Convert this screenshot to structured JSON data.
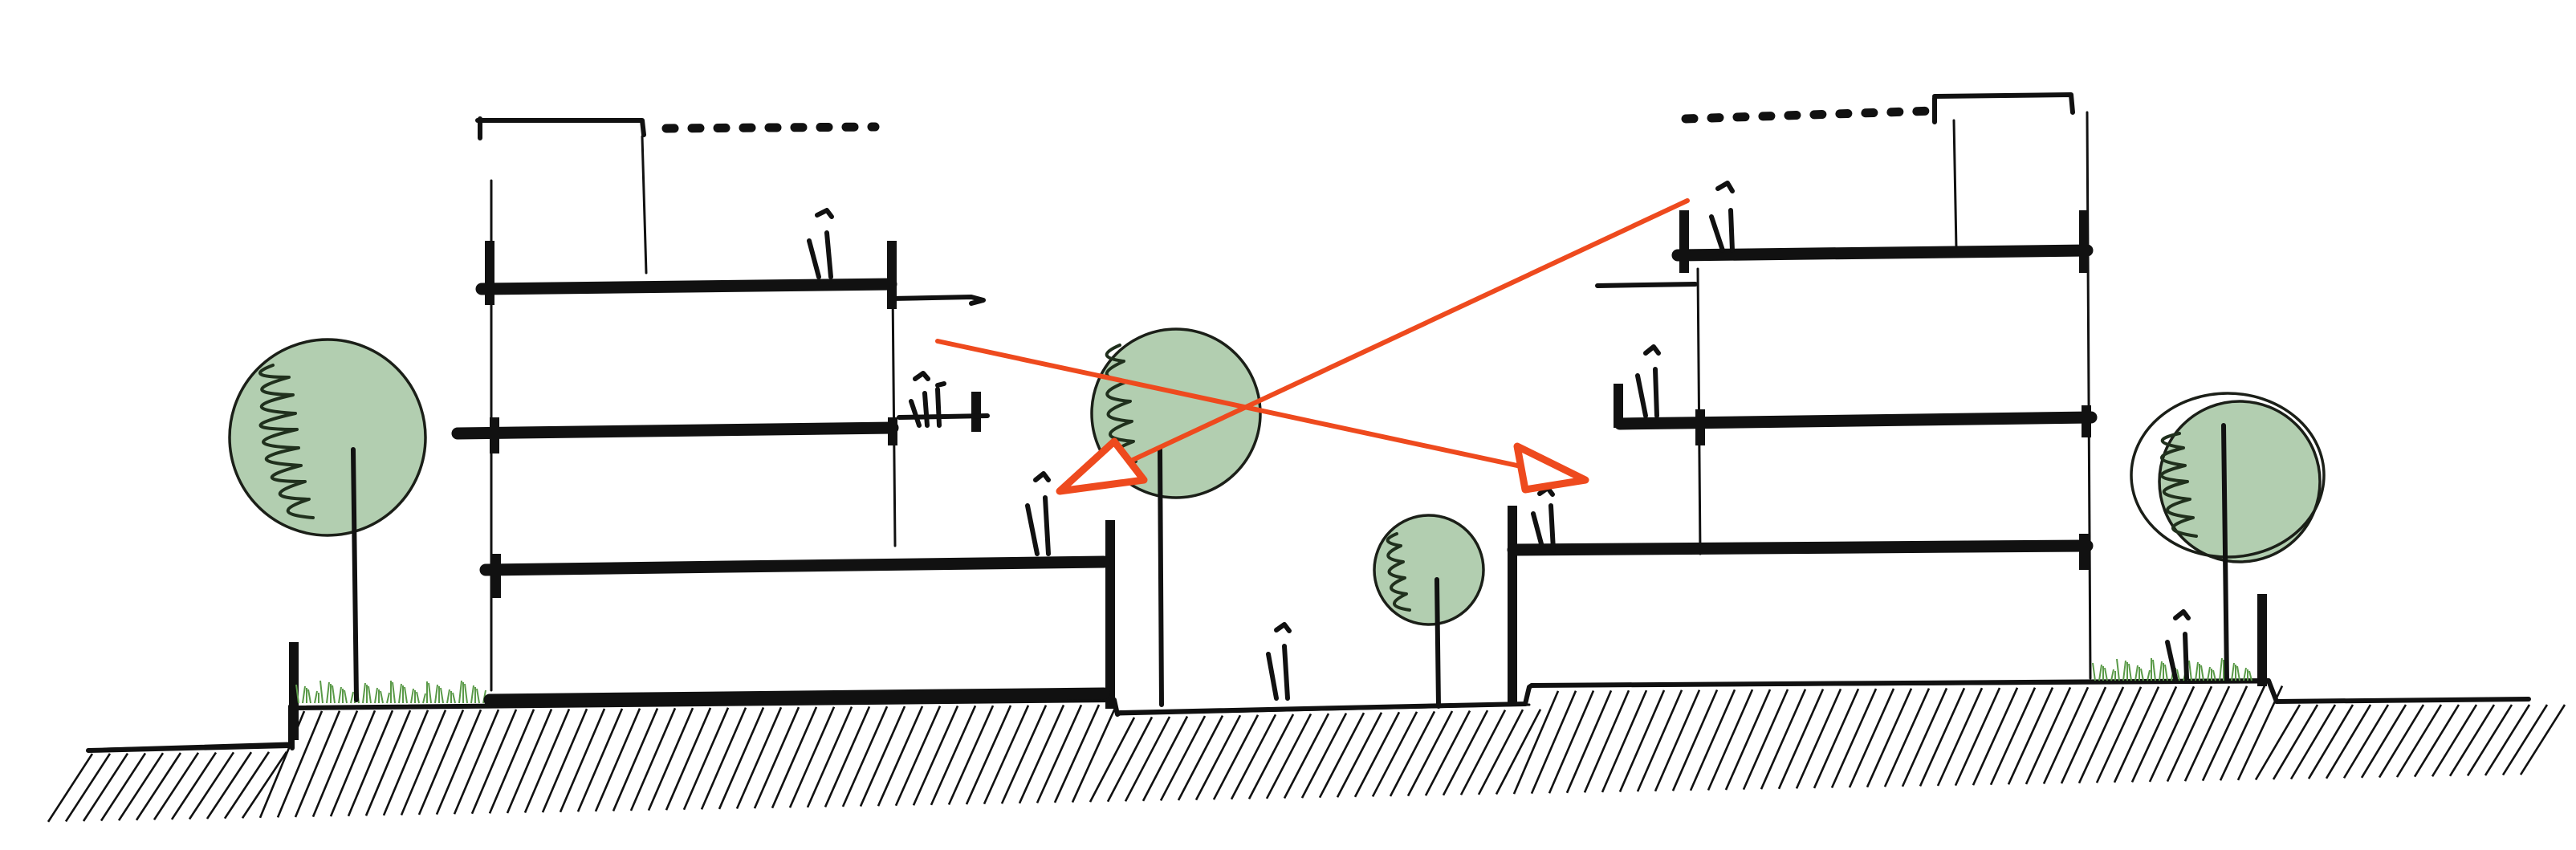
{
  "colors": {
    "ink": "#111111",
    "paper": "#ffffff",
    "tree_fill": "#7fad7b",
    "tree_fill_opacity": 0.6,
    "grass": "#5a9a48",
    "arrow": "#ee4a1e"
  },
  "elements": {
    "buildings": [
      "left-terraced-building",
      "right-terraced-building"
    ],
    "trees": [
      "tree-far-left",
      "tree-center-large",
      "tree-center-small",
      "tree-far-right"
    ],
    "people_count": 9,
    "arrows": [
      "sightline-arrow-left-to-right",
      "sightline-arrow-right-to-left"
    ],
    "ground": "hatched-terrain-section"
  }
}
